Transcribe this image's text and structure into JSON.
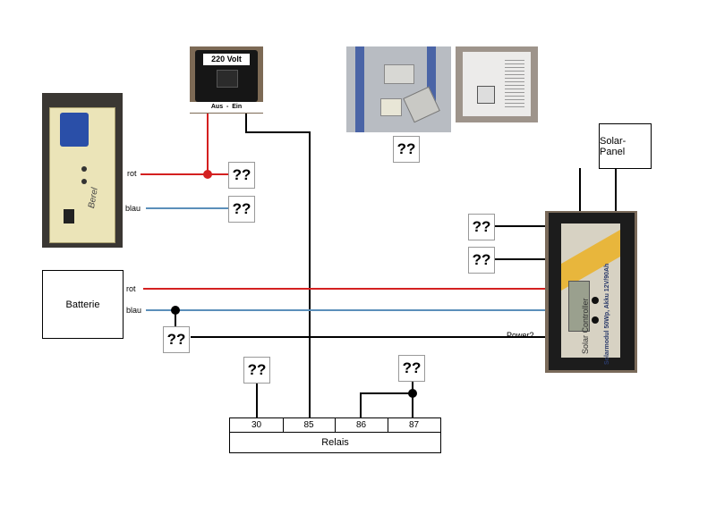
{
  "switch_photo": {
    "voltage_label": "220 Volt",
    "onoff_label": "Aus  -  Ein"
  },
  "charger_photo": {
    "brand": "Berel"
  },
  "labels": {
    "rot_top": "rot",
    "blau_top": "blau",
    "rot_bottom": "rot",
    "blau_bottom": "blau",
    "power": "Power?"
  },
  "battery": {
    "label": "Batterie"
  },
  "solar_panel": {
    "label": "Solar-Panel"
  },
  "controller_photo": {
    "brand": "Solar Controller",
    "side_text": "Solarmodul 50Wp, Akku 12V/90Ah"
  },
  "relay": {
    "label": "Relais",
    "pins": [
      "30",
      "85",
      "86",
      "87"
    ]
  },
  "unknown_marker": "??",
  "colors": {
    "red_wire": "#d42020",
    "blue_wire": "#5b8fba",
    "black_wire": "#000000"
  }
}
